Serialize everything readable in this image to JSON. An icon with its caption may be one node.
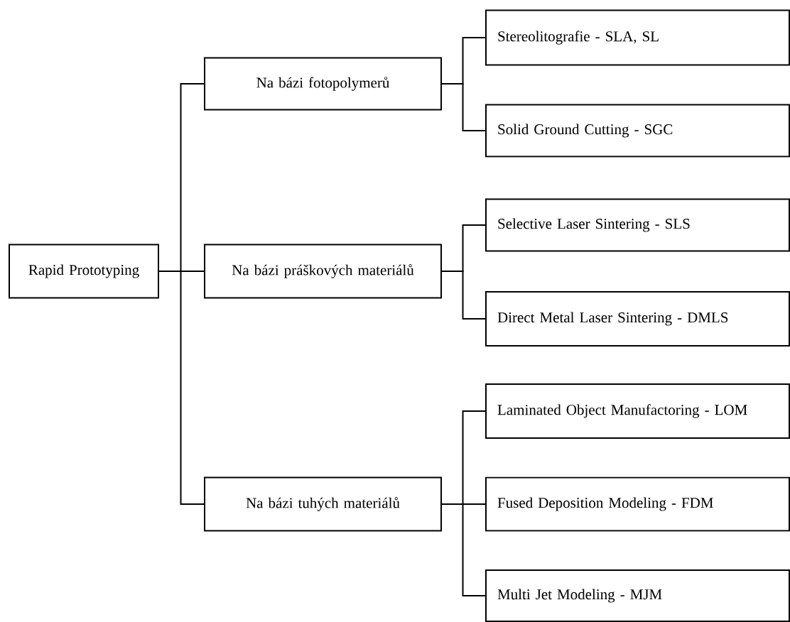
{
  "diagram": {
    "nodes": [
      {
        "text": [
          "Rapid Prototyping"
        ]
      },
      {
        "text": [
          "Na bázi fotopolymerů"
        ]
      },
      {
        "text": [
          "Na bázi práškových materiálů"
        ]
      },
      {
        "text": [
          "Na bázi tuhých materiálů"
        ]
      },
      {
        "text": [
          "Stereolitografie - SLA, SL"
        ]
      },
      {
        "text": [
          "Solid Ground Cutting - SGC"
        ]
      },
      {
        "text": [
          "Selective Laser Sintering - SLS"
        ]
      },
      {
        "text": [
          "Direct Metal Laser Sintering - DMLS"
        ]
      },
      {
        "text": [
          "Laminated Object Manufactoring - LOM"
        ]
      },
      {
        "text": [
          "Fused Deposition Modeling - FDM"
        ]
      },
      {
        "text": [
          "Multi Jet Modeling - MJM"
        ]
      }
    ],
    "edges": [
      {
        "from": 0,
        "to": 1,
        "arrow": "none"
      },
      {
        "from": 0,
        "to": 2,
        "arrow": "none"
      },
      {
        "from": 0,
        "to": 3,
        "arrow": "none"
      },
      {
        "from": 1,
        "to": 4,
        "arrow": "none"
      },
      {
        "from": 1,
        "to": 5,
        "arrow": "none"
      },
      {
        "from": 2,
        "to": 6,
        "arrow": "none"
      },
      {
        "from": 2,
        "to": 7,
        "arrow": "none"
      },
      {
        "from": 3,
        "to": 8,
        "arrow": "none"
      },
      {
        "from": 3,
        "to": 9,
        "arrow": "none"
      },
      {
        "from": 3,
        "to": 10,
        "arrow": "none"
      }
    ]
  }
}
